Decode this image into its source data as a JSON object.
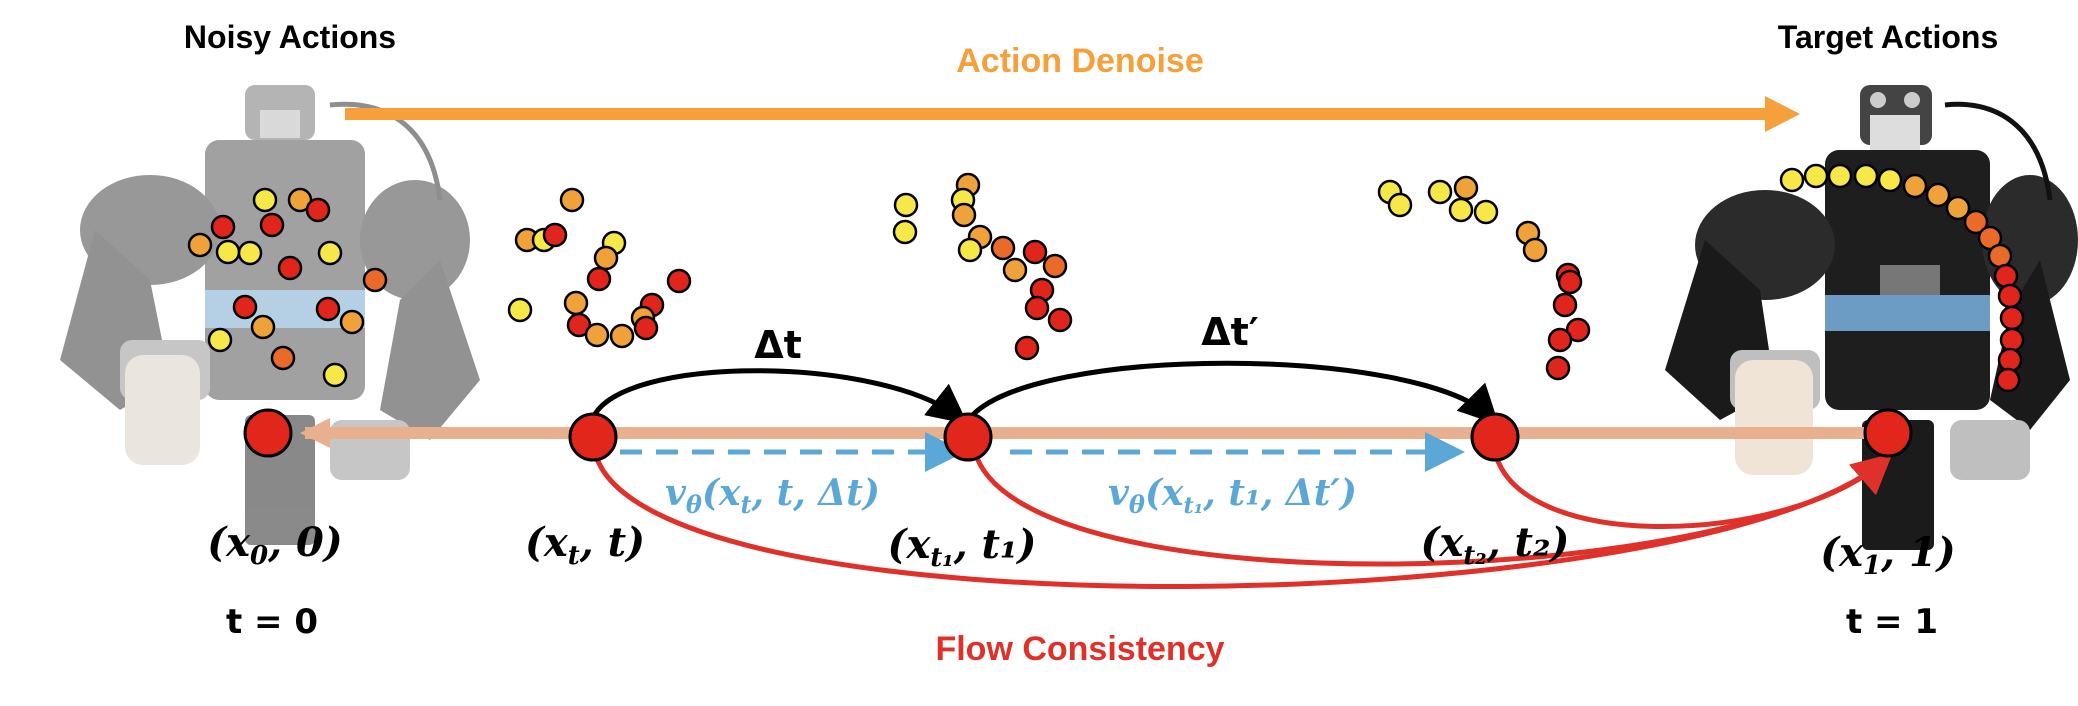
{
  "titles": {
    "noisy": "Noisy Actions",
    "target": "Target Actions",
    "denoise": "Action Denoise",
    "consistency": "Flow Consistency"
  },
  "nodes": {
    "x0": {
      "main": "(x",
      "sub": "0",
      "rest": ", 0)"
    },
    "xt": {
      "main": "(x",
      "sub": "t",
      "rest": ", t)"
    },
    "xt1": {
      "main": "(x",
      "sub": "t₁",
      "rest": ", t₁)"
    },
    "xt2": {
      "main": "(x",
      "sub": "t₂",
      "rest": ", t₂)"
    },
    "x1": {
      "main": "(x",
      "sub": "1",
      "rest": ", 1)"
    }
  },
  "time_labels": {
    "start": "t = 0",
    "end": "t = 1"
  },
  "deltas": {
    "first": "Δt",
    "second": "Δt′"
  },
  "velocity": {
    "first": {
      "v": "v",
      "vsub": "θ",
      "args_a": "(x",
      "args_sub": "t",
      "args_b": ", t, Δt)"
    },
    "second": {
      "v": "v",
      "vsub": "θ",
      "args_a": "(x",
      "args_sub": "t₁",
      "args_b": ", t₁, Δt′)"
    }
  },
  "colors": {
    "denoise_orange": "#f5a03a",
    "consistency_red": "#e0302a",
    "node_red": "#e1261c",
    "velocity_blue": "#5ba8d8",
    "axis_peach": "#e8b08e"
  },
  "icons": [
    "robot-image-left",
    "robot-image-right"
  ]
}
